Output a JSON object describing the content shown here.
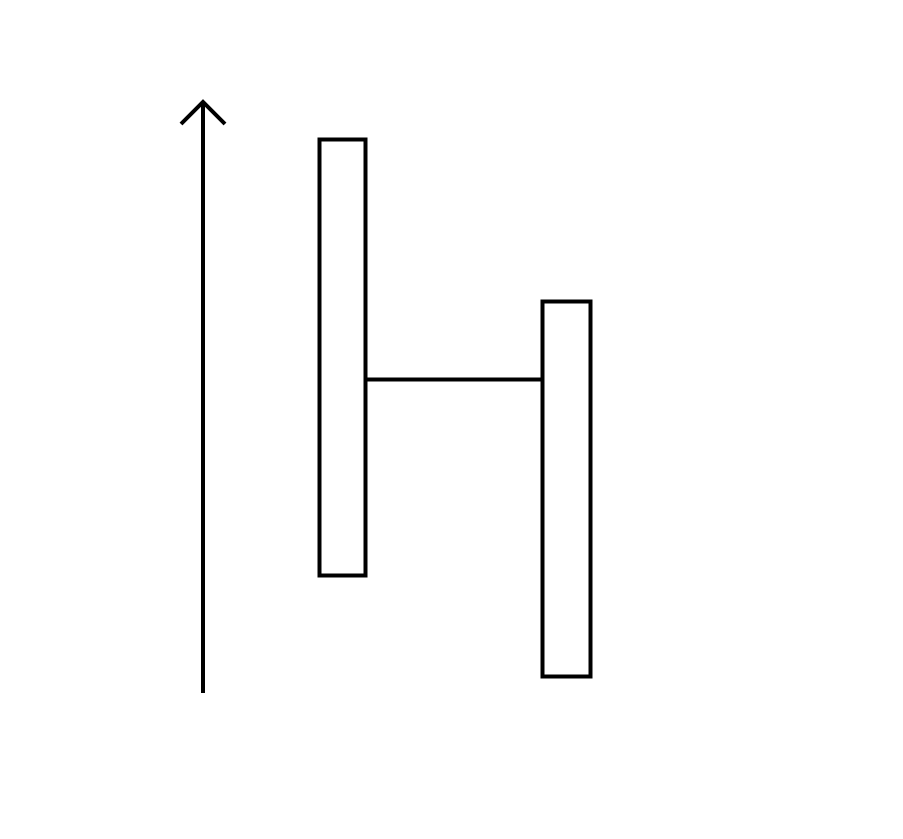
{
  "diagram": {
    "colors": {
      "background": "#ffffff",
      "stroke": "#000000",
      "fill": "#ffffff"
    },
    "elements": [
      "vertical-axis-arrow",
      "left-bar",
      "right-bar",
      "connector-line"
    ]
  }
}
